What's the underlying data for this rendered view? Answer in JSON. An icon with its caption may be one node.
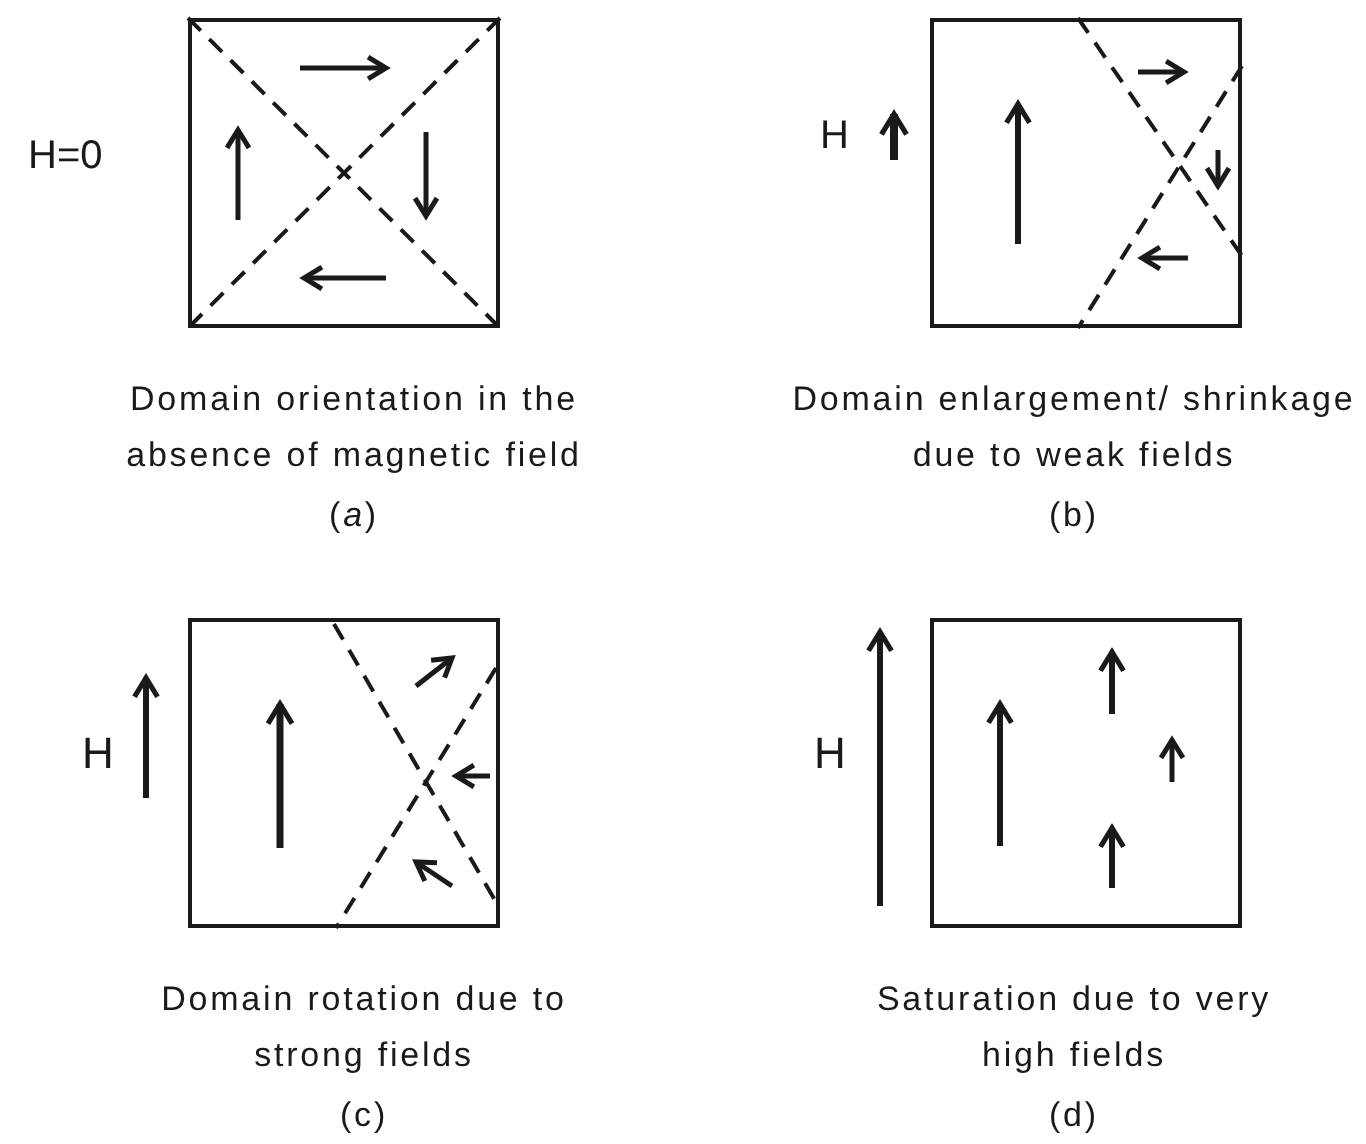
{
  "diagram": {
    "nodes": [
      {
        "text": [
          "Domain orientation in the absence of magnetic field",
          "(*a*)"
        ]
      },
      {
        "text": [
          "Domain enlargement/ shrinkage due to weak fields",
          "(b)"
        ]
      },
      {
        "text": [
          "Domain rotation due to strong fields",
          "(c)"
        ]
      },
      {
        "text": [
          "Saturation due to very high fields",
          "(d)"
        ]
      }
    ],
    "labels": [
      "H=0",
      "H",
      "H",
      "H"
    ]
  }
}
